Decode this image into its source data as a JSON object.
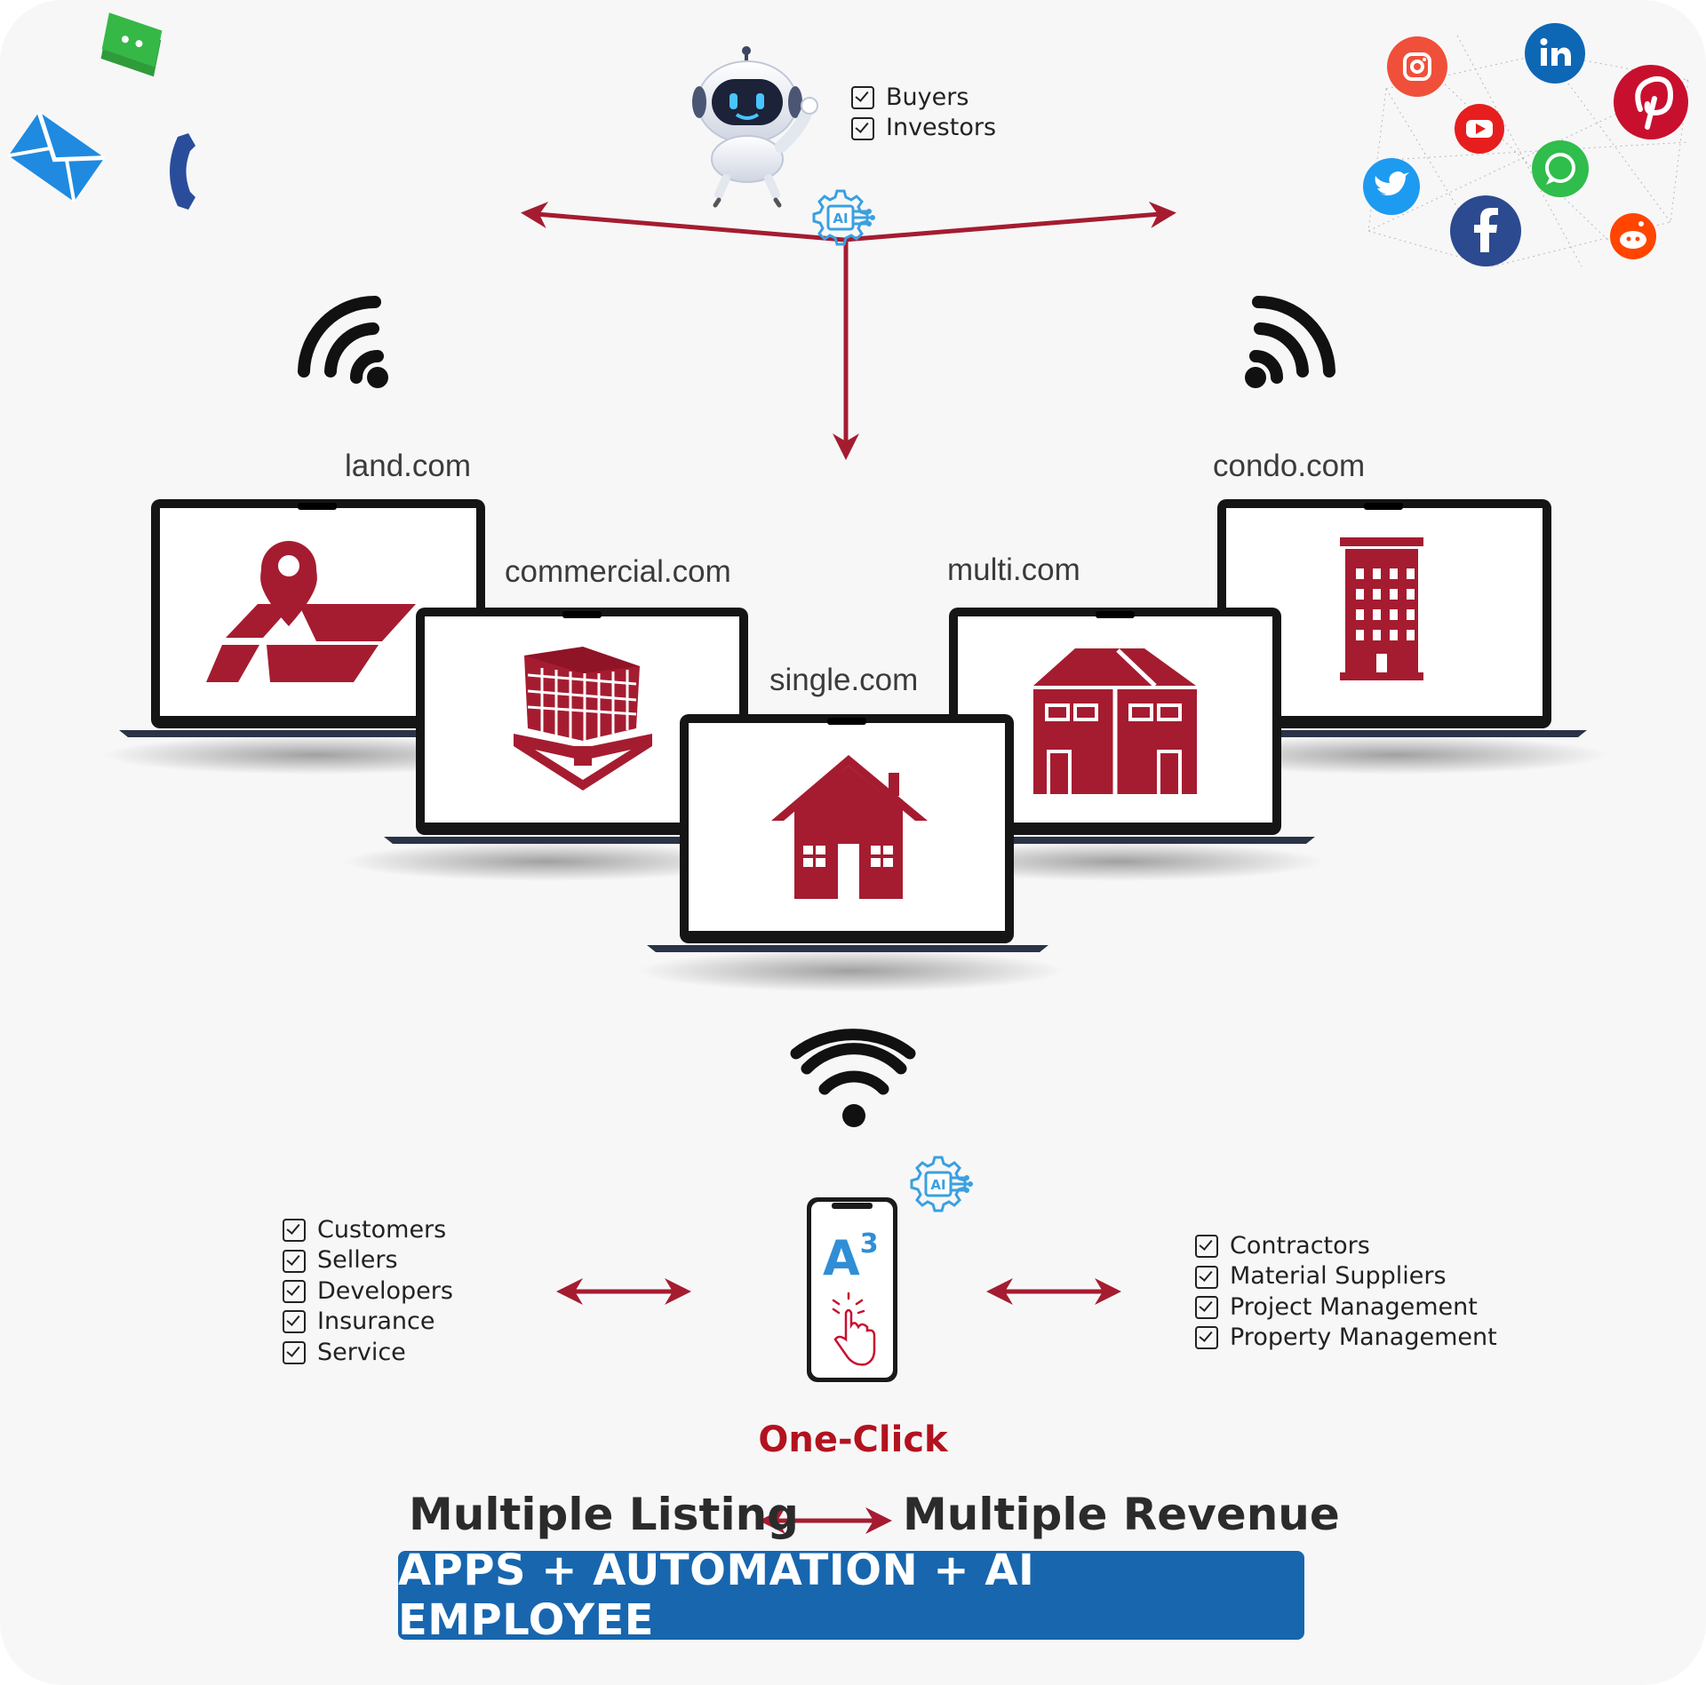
{
  "top_audience": [
    "Buyers",
    "Investors"
  ],
  "sites": {
    "land": "land.com",
    "commercial": "commercial.com",
    "single": "single.com",
    "multi": "multi.com",
    "condo": "condo.com"
  },
  "left_audience": [
    "Customers",
    "Sellers",
    "Developers",
    "Insurance",
    "Service"
  ],
  "right_audience": [
    "Contractors",
    "Material Suppliers",
    "Project Management",
    "Property Management"
  ],
  "app_logo": {
    "letter": "A",
    "superscript": "3"
  },
  "ai_badge": "AI",
  "one_click": "One-Click",
  "tagline": {
    "left": "Multiple Listing",
    "right": "Multiple Revenue"
  },
  "banner": "APPS + AUTOMATION + AI EMPLOYEE",
  "colors": {
    "brand_red": "#a51c30",
    "banner_blue": "#1766ae",
    "ai_blue": "#3aa0e0"
  },
  "icons": {
    "contact": [
      "chat-icon",
      "email-icon",
      "phone-icon"
    ],
    "social": [
      "instagram-icon",
      "linkedin-icon",
      "pinterest-icon",
      "youtube-icon",
      "whatsapp-icon",
      "twitter-icon",
      "facebook-icon",
      "reddit-icon"
    ]
  }
}
